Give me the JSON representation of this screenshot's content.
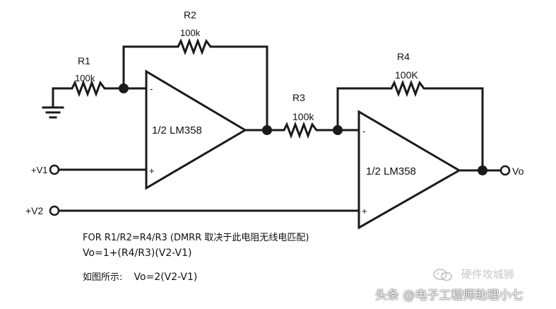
{
  "components": {
    "r1": {
      "name": "R1",
      "value": "100k"
    },
    "r2": {
      "name": "R2",
      "value": "100k"
    },
    "r3": {
      "name": "R3",
      "value": "100k"
    },
    "r4": {
      "name": "R4",
      "value": "100K"
    }
  },
  "opamps": {
    "u1": {
      "label": "1/2 LM358",
      "inv": "-",
      "noninv": "+"
    },
    "u2": {
      "label": "1/2 LM358",
      "inv": "-",
      "noninv": "+"
    }
  },
  "terminals": {
    "v1": "+V1",
    "v2": "+V2",
    "vo": "Vo"
  },
  "notes": {
    "line1": "FOR R1/R2=R4/R3 (DMRR 取决于此电阻无线电匹配)",
    "line2": "Vo=1+(R4/R3)(V2-V1)",
    "line3_prefix": "如图所示:",
    "line3_formula": "Vo=2(V2-V1)"
  },
  "watermarks": {
    "wechat": "硬件攻城狮",
    "toutiao": "头条 @电子工程师助理小七"
  }
}
